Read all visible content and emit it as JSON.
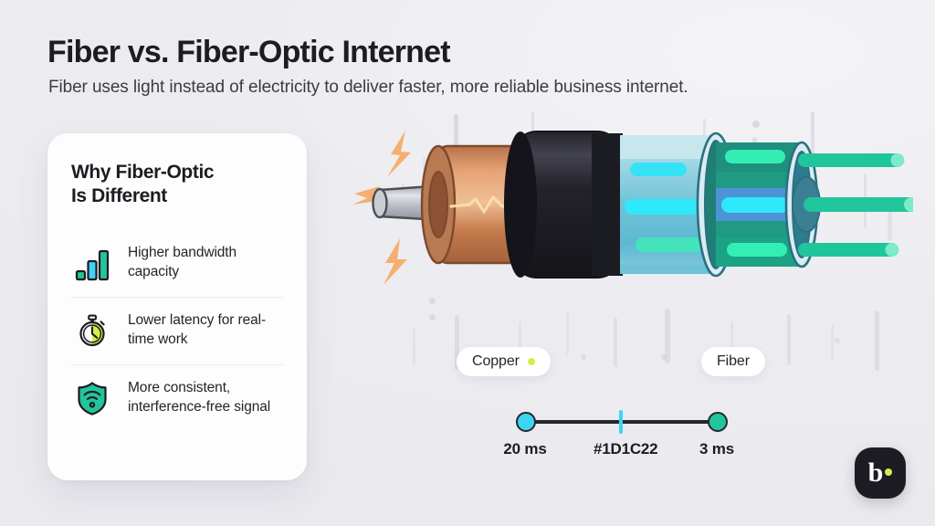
{
  "header": {
    "title": "Fiber vs. Fiber-Optic Internet",
    "subtitle": "Fiber uses light instead of electricity to deliver faster, more reliable business internet."
  },
  "card": {
    "title_line1": "Why Fiber-Optic",
    "title_line2": "Is Different",
    "features": [
      {
        "icon": "bar-chart-icon",
        "text": "Higher bandwidth capacity"
      },
      {
        "icon": "stopwatch-icon",
        "text": "Lower latency for real-time work"
      },
      {
        "icon": "shield-wifi-icon",
        "text": "More consistent, interference-free signal"
      }
    ]
  },
  "illustration": {
    "copper_label": "Copper",
    "fiber_label": "Fiber",
    "copper_dot_color": "#D9EC4B",
    "icon_names": {
      "cable": "fiber-optic-cable-illustration",
      "pin": "copper-pin-icon",
      "bolt": "lightning-bolt-icon",
      "strand": "fiber-strand-icon"
    }
  },
  "latency": {
    "left_value": "20 ms",
    "center_value": "#1D1C22",
    "right_value": "3 ms",
    "left_color": "#3DD5F3",
    "right_color": "#21C59B"
  },
  "logo": {
    "letter": "b",
    "dot_color": "#D9EC4B"
  },
  "colors": {
    "background": "#EEEEF1",
    "ink": "#1D1C22",
    "teal": "#21C59B",
    "cyan": "#3DD5F3",
    "lime": "#D9EC4B",
    "copper": "#C67B4E",
    "orange": "#F5A964"
  }
}
